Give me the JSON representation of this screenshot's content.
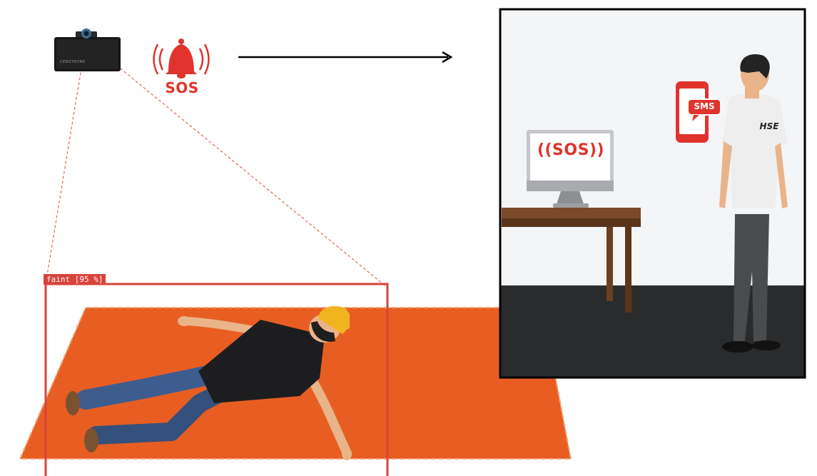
{
  "detection": {
    "label": "faint [95 %]"
  },
  "camera": {
    "brand_text": "CENSTRONE",
    "icon": "cctv-camera-icon"
  },
  "alarm": {
    "text": "SOS",
    "icon": "alarm-bell-icon"
  },
  "room": {
    "monitor_text": "((SOS))",
    "phone_text": "SMS",
    "shirt_text": "HSE"
  },
  "colors": {
    "alert_red": "#e0332c",
    "floor_orange": "#e85e22",
    "bounding_box": "#d8433a",
    "room_floor": "#2a2b2d"
  }
}
